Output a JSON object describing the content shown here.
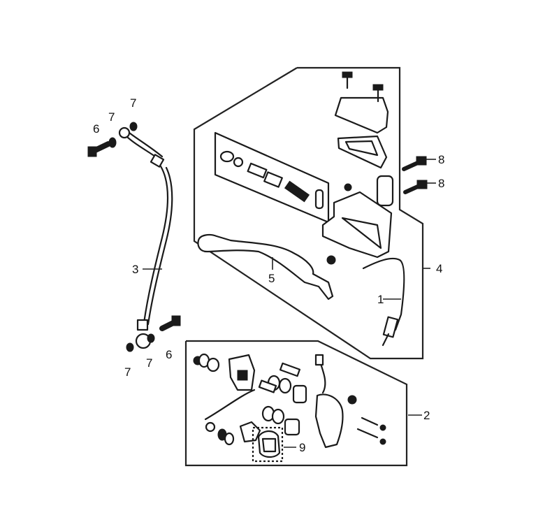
{
  "callouts": {
    "c1": "1",
    "c2": "2",
    "c3": "3",
    "c4": "4",
    "c5": "5",
    "c6a": "6",
    "c6b": "6",
    "c7a": "7",
    "c7b": "7",
    "c7c": "7",
    "c7d": "7",
    "c8a": "8",
    "c8b": "8",
    "c9": "9"
  }
}
